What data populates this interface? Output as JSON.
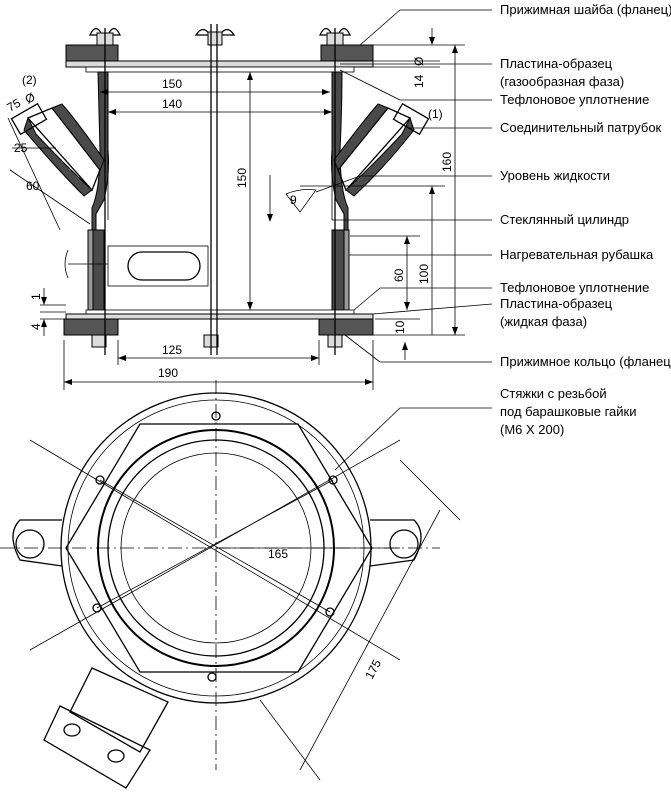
{
  "labels": {
    "clamp_washer": "Прижимная шайба (фланец)",
    "plate_gas_1": "Пластина-образец",
    "plate_gas_2": "(газообразная фаза)",
    "teflon_seal_top": "Тефлоновое уплотнение",
    "connecting_pipe": "Соединительный патрубок",
    "liquid_level": "Уровень жидкости",
    "glass_cylinder": "Стеклянный цилиндр",
    "heating_jacket": "Нагревательная рубашка",
    "teflon_seal_bottom": "Тефлоновое уплотнение",
    "plate_liquid_1": "Пластина-образец",
    "plate_liquid_2": "(жидкая фаза)",
    "clamp_ring": "Прижимное кольцо (фланец)",
    "rods_1": "Стяжки с резьбой",
    "rods_2": "под барашковые гайки",
    "rods_3": "(М6 X 200)"
  },
  "markers": {
    "pipe_1": "(1)",
    "pipe_2": "(2)"
  },
  "dimensions": {
    "d150_top": "150",
    "d140": "140",
    "h150": "150",
    "h160": "160",
    "h100": "100",
    "h60": "60",
    "d125": "125",
    "d190": "190",
    "d165": "165",
    "d175": "175",
    "t14": "14",
    "phi": "Ø",
    "t1": "1",
    "t4": "4",
    "t10": "10",
    "p75": "75",
    "p25": "25",
    "p60": "60",
    "angle_mark": "9"
  }
}
